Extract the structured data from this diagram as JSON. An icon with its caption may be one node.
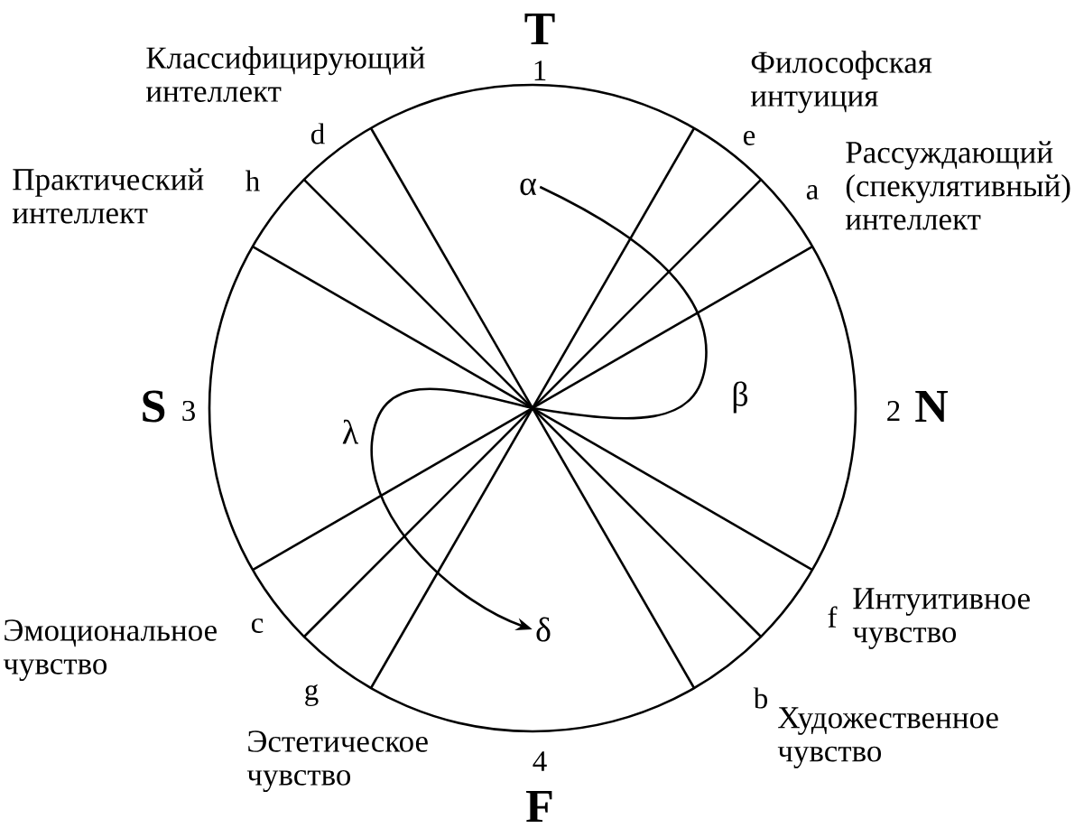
{
  "diagram": {
    "nodes": [
      {
        "text": [
          "α"
        ]
      },
      {
        "text": [
          "δ"
        ]
      }
    ],
    "edges": [
      {
        "from": 0,
        "to": 1,
        "arrow": "to"
      }
    ],
    "labels": [
      "T",
      "Классифицирующий интеллект",
      "1",
      "Философская интуиция",
      "d",
      "e",
      "Практический интеллект",
      "h",
      "Рассуждающий (спекулятивный) интеллект",
      "a",
      "β",
      "S",
      "3",
      "λ",
      "2",
      "N",
      "f",
      "Интуитивное чувство",
      "Эмоциональное чувство",
      "c",
      "g",
      "b",
      "Художественное чувство",
      "Эстетическое чувство",
      "4",
      "F"
    ]
  }
}
